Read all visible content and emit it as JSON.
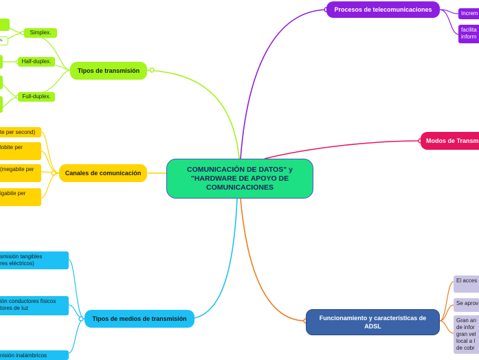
{
  "central": {
    "title": "COMUNICACIÓN DE DATOS\" y \"HARDWARE DE APOYO DE COMUNICACIONES"
  },
  "branches": {
    "tipos_transmision": {
      "label": "Tipos de transmisión",
      "children": {
        "simplex": "Simplex.",
        "half_duplex": "Half-duplex.",
        "full_duplex": "Full-duplex."
      },
      "partial_leaf": "s:"
    },
    "canales": {
      "label": "Canales de comunicación",
      "leaves": [
        "te per second)",
        "lobite per",
        "(megabite per",
        "igabite per"
      ]
    },
    "medios": {
      "label": "Tipos de medios de transmisión",
      "leaves": [
        "smisión tangibles\nres eléctricos)",
        "ión conductores físicos\ntores de luz",
        "nisión inalámbricos"
      ]
    },
    "procesos": {
      "label": "Procesos de telecomunicaciones",
      "leaves": [
        "Increm",
        "facilita\ninform"
      ]
    },
    "modos": {
      "label": "Modos de Transm"
    },
    "adsl": {
      "label": "Funcionamiento y características de ADSL",
      "leaves": [
        "El acces",
        "Se aprov",
        "Gran an\nde infor\ngran vel\nlocal a l\nde cobr"
      ]
    }
  },
  "colors": {
    "central": "#1de083",
    "tipos": "#a3f51c",
    "canales": "#ffd400",
    "medios": "#1dc0f4",
    "procesos": "#8c1ee0",
    "modos": "#e6145c",
    "adsl": "#3a63a8",
    "adsl_leaf": "#c9c4e4"
  }
}
